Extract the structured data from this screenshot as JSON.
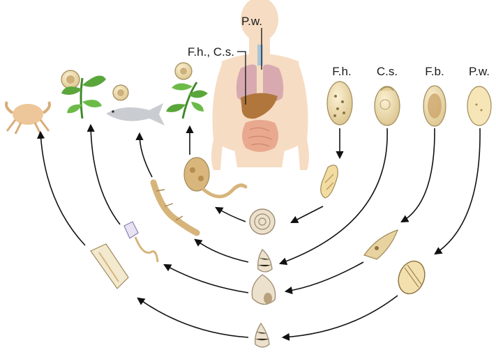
{
  "labels": {
    "human_top": "P.w.",
    "liver_pointer": "F.h., C.s.",
    "egg_1": "F.h.",
    "egg_2": "C.s.",
    "egg_3": "F.b.",
    "egg_4": "P.w."
  },
  "colors": {
    "skin": "#f6dcc3",
    "liver": "#b0763c",
    "lungs": "#d8aab0",
    "intestine": "#e9a98f",
    "egg": "#f2e2b2",
    "plant": "#5aa63a",
    "fish": "#c9cdd2",
    "crab": "#edc79a",
    "snail": "#ece1cc",
    "cercaria": "#d7b47a"
  }
}
